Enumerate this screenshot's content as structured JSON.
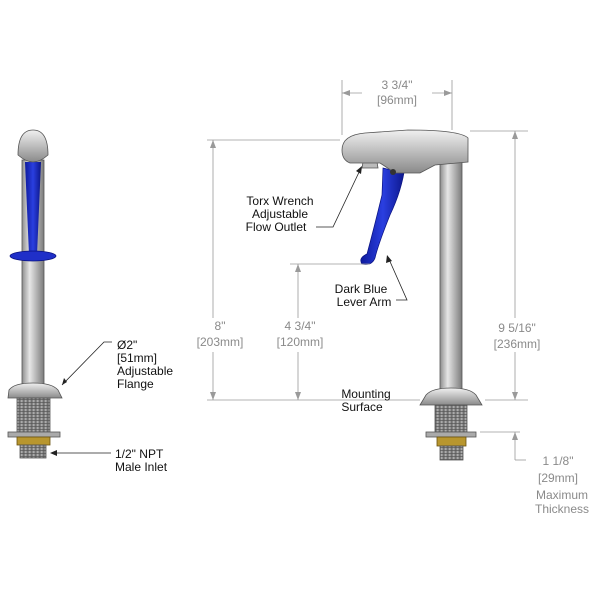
{
  "side_view": {
    "flange_callout": [
      "Ø2\"",
      "[51mm]",
      "Adjustable",
      "Flange"
    ],
    "inlet_callout": [
      "1/2\" NPT",
      "Male Inlet"
    ]
  },
  "front_view": {
    "width_dim": [
      "3 3/4\"",
      "[96mm]"
    ],
    "outlet_height_dim": [
      "8\"",
      "[203mm]"
    ],
    "lever_height_dim": [
      "4 3/4\"",
      "[120mm]"
    ],
    "total_height_dim": [
      "9 5/16\"",
      "[236mm]"
    ],
    "thickness_dim": [
      "1 1/8\"",
      "[29mm]",
      "Maximum",
      "Thickness"
    ],
    "outlet_callout": [
      "Torx Wrench",
      "Adjustable",
      "Flow Outlet"
    ],
    "lever_callout": [
      "Dark Blue",
      "Lever Arm"
    ],
    "mounting_label": [
      "Mounting",
      "Surface"
    ]
  },
  "colors": {
    "lever": "#1f2fc8",
    "brass": "#b8962e",
    "metal": "#c4c4c4"
  }
}
